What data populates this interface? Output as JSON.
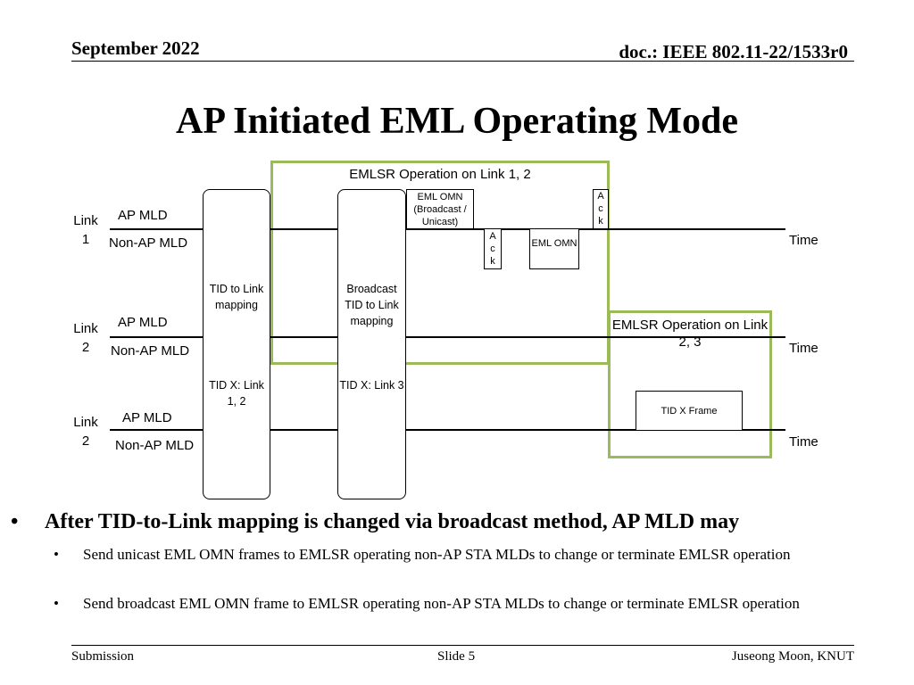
{
  "header": {
    "date": "September 2022",
    "doc_id": "doc.: IEEE 802.11-22/1533r0"
  },
  "title": "AP Initiated EML Operating Mode",
  "diagram": {
    "group1_label": "EMLSR Operation on Link 1, 2",
    "group2_label": "EMLSR Operation on Link 2, 3",
    "rows": [
      {
        "link": "Link",
        "num": "1",
        "ap": "AP MLD",
        "nonap": "Non-AP MLD",
        "time": "Time"
      },
      {
        "link": "Link",
        "num": "2",
        "ap": "AP MLD",
        "nonap": "Non-AP MLD",
        "time": "Time"
      },
      {
        "link": "Link",
        "num": "2",
        "ap": "AP MLD",
        "nonap": "Non-AP MLD",
        "time": "Time"
      }
    ],
    "tid_mapping_label": "TID to Link mapping",
    "tid_mapping_value": "TID X: Link 1, 2",
    "broadcast_mapping_label": "Broadcast TID to Link mapping",
    "broadcast_mapping_value": "TID X: Link 3",
    "eml_omn_broadcast": "EML OMN (Broadcast / Unicast)",
    "ack_letters": [
      "A",
      "c",
      "k"
    ],
    "eml_omn": "EML OMN",
    "tid_x_frame": "TID X Frame"
  },
  "bullets": {
    "main": "After TID-to-Link mapping is changed via broadcast method, AP MLD may",
    "sub": [
      "Send unicast EML OMN frames to EMLSR operating non-AP STA MLDs to change or terminate EMLSR operation",
      "Send broadcast EML OMN frame to EMLSR operating non-AP STA MLDs to change or terminate EMLSR operation"
    ],
    "marker_main": "•",
    "marker_sub": "•"
  },
  "footer": {
    "left": "Submission",
    "center": "Slide 5",
    "right": "Juseong Moon, KNUT"
  }
}
